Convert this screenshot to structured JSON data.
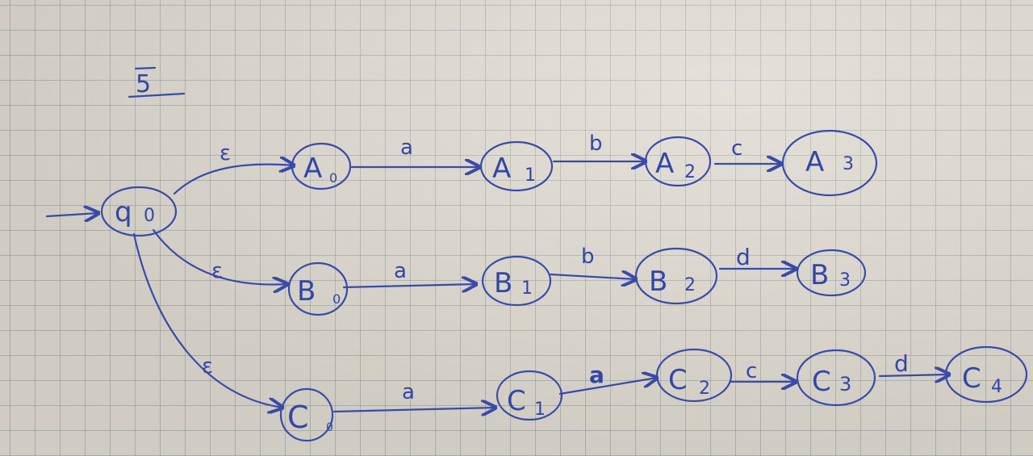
{
  "problem_number": "5",
  "start_state": "q0",
  "states": {
    "q0": {
      "main": "q",
      "sub": "0"
    },
    "A0": {
      "main": "A",
      "sub": "0"
    },
    "A1": {
      "main": "A",
      "sub": "1"
    },
    "A2": {
      "main": "A",
      "sub": "2"
    },
    "A3": {
      "main": "A",
      "sub": "3"
    },
    "B0": {
      "main": "B",
      "sub": "0"
    },
    "B1": {
      "main": "B",
      "sub": "1"
    },
    "B2": {
      "main": "B",
      "sub": "2"
    },
    "B3": {
      "main": "B",
      "sub": "3"
    },
    "C0": {
      "main": "C",
      "sub": "0"
    },
    "C1": {
      "main": "C",
      "sub": "1"
    },
    "C2": {
      "main": "C",
      "sub": "2"
    },
    "C3": {
      "main": "C",
      "sub": "3"
    },
    "C4": {
      "main": "C",
      "sub": "4"
    }
  },
  "transitions": {
    "q0_A0": "ε",
    "A0_A1": "a",
    "A1_A2": "b",
    "A2_A3": "c",
    "q0_B0": "ε",
    "B0_B1": "a",
    "B1_B2": "b",
    "B2_B3": "d",
    "q0_C0": "ε",
    "C0_C1": "a",
    "C1_C2": "a",
    "C2_C3": "c",
    "C3_C4": "d"
  },
  "colors": {
    "ink": "#3a4aa8",
    "paper": "#dcd7cd",
    "grid": "#788c96"
  }
}
